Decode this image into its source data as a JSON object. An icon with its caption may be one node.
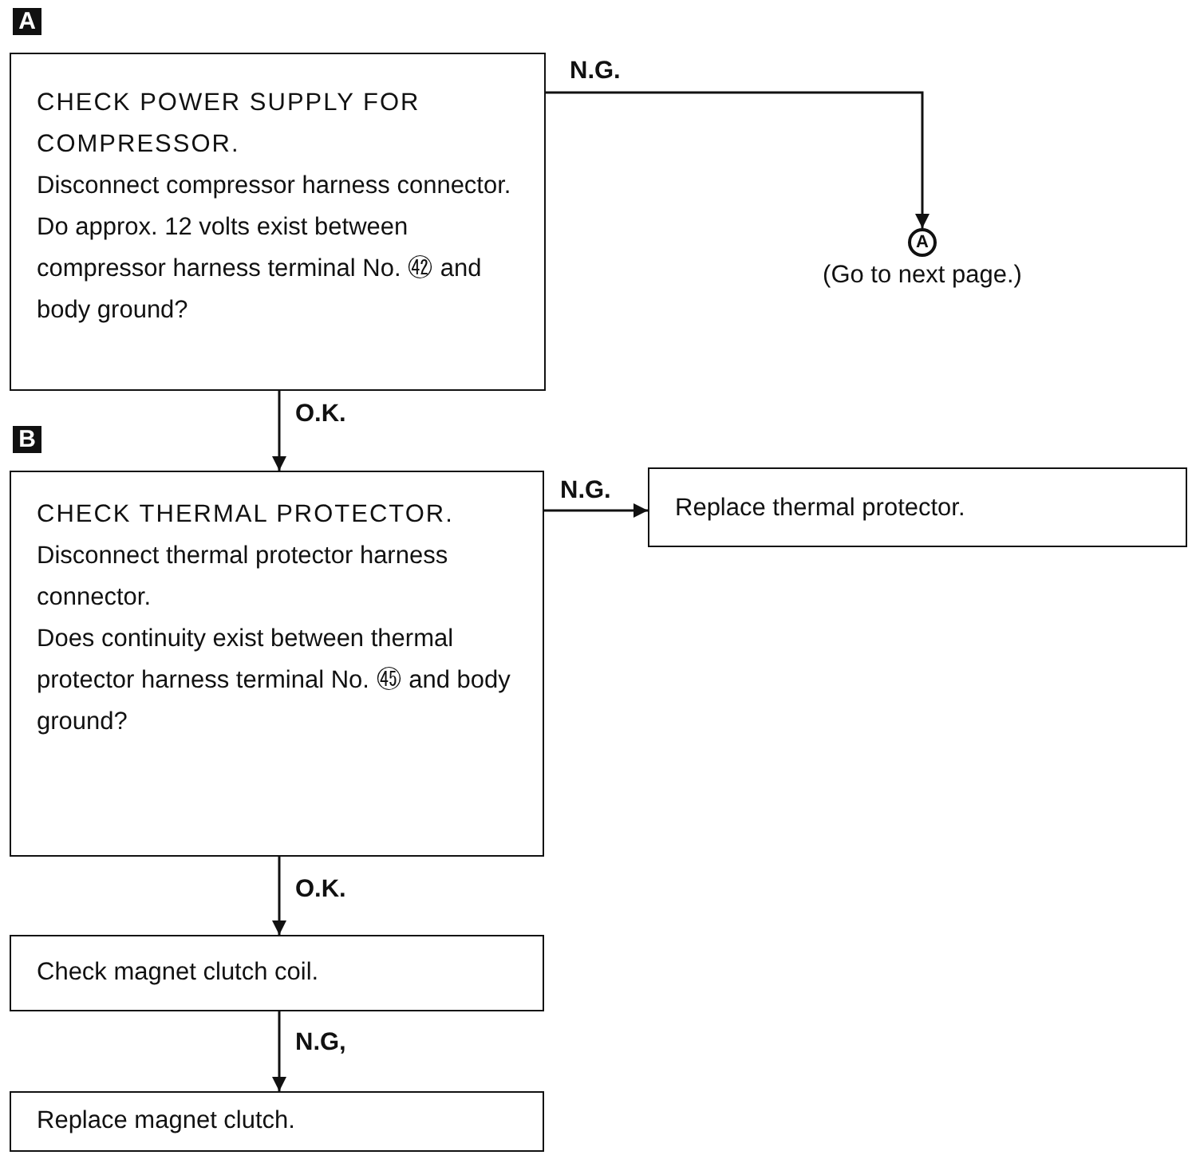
{
  "diagram": {
    "nodes": [
      {
        "text": [
          "A",
          "CHECK POWER SUPPLY FOR COMPRESSOR.",
          "Disconnect compressor harness connector.",
          "Do approx. 12 volts exist between compressor harness terminal No. ㊷ and body ground?"
        ]
      },
      {
        "text": [
          "A"
        ],
        "beside": [
          "(Go to next page.)"
        ]
      },
      {
        "text": [
          "B",
          "CHECK THERMAL PROTECTOR.",
          "Disconnect thermal protector harness connector.",
          "Does continuity exist between thermal protector harness terminal No. ㊺ and body ground?"
        ]
      },
      {
        "text": [
          "Replace thermal protector."
        ]
      },
      {
        "text": [
          "Check magnet clutch coil."
        ]
      },
      {
        "text": [
          "Replace magnet clutch."
        ]
      }
    ],
    "edges": [
      {
        "from": 0,
        "to": 1,
        "arrow": "to",
        "label": "N.G."
      },
      {
        "from": 0,
        "to": 2,
        "arrow": "to",
        "label": "O.K."
      },
      {
        "from": 2,
        "to": 3,
        "arrow": "to",
        "label": "N.G."
      },
      {
        "from": 2,
        "to": 4,
        "arrow": "to",
        "label": "O.K."
      },
      {
        "from": 4,
        "to": 5,
        "arrow": "to",
        "label": "N.G,"
      }
    ]
  }
}
